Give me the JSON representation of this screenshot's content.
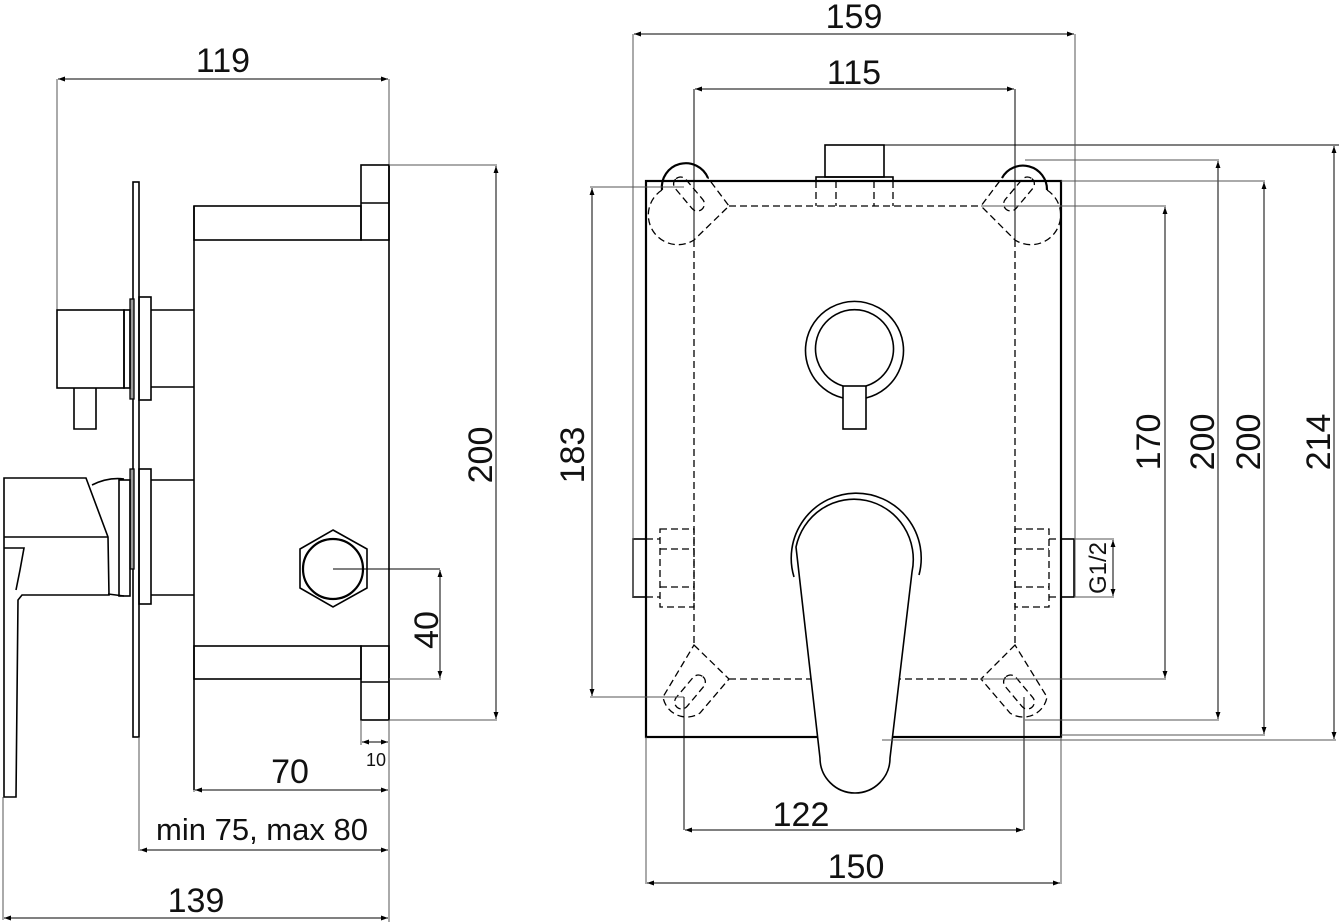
{
  "drawing": {
    "title": "Concealed single-lever shower mixer with diverter - technical dimension drawing",
    "units": "mm",
    "side_view": {
      "dimensions": {
        "overall_depth_top": "119",
        "body_height": "200",
        "outlet_offset": "40",
        "body_depth": "70",
        "fitting_width": "10",
        "installation_depth": "min 75, max 80",
        "overall_depth_bottom": "139"
      }
    },
    "front_view": {
      "dimensions": {
        "overall_width_top": "159",
        "mount_holes_width": "115",
        "left_height": "183",
        "inner_height": "170",
        "height_a": "200",
        "height_b": "200",
        "overall_height": "214",
        "thread": "G1/2",
        "mount_holes_bottom_width": "122",
        "plate_width": "150"
      }
    }
  }
}
